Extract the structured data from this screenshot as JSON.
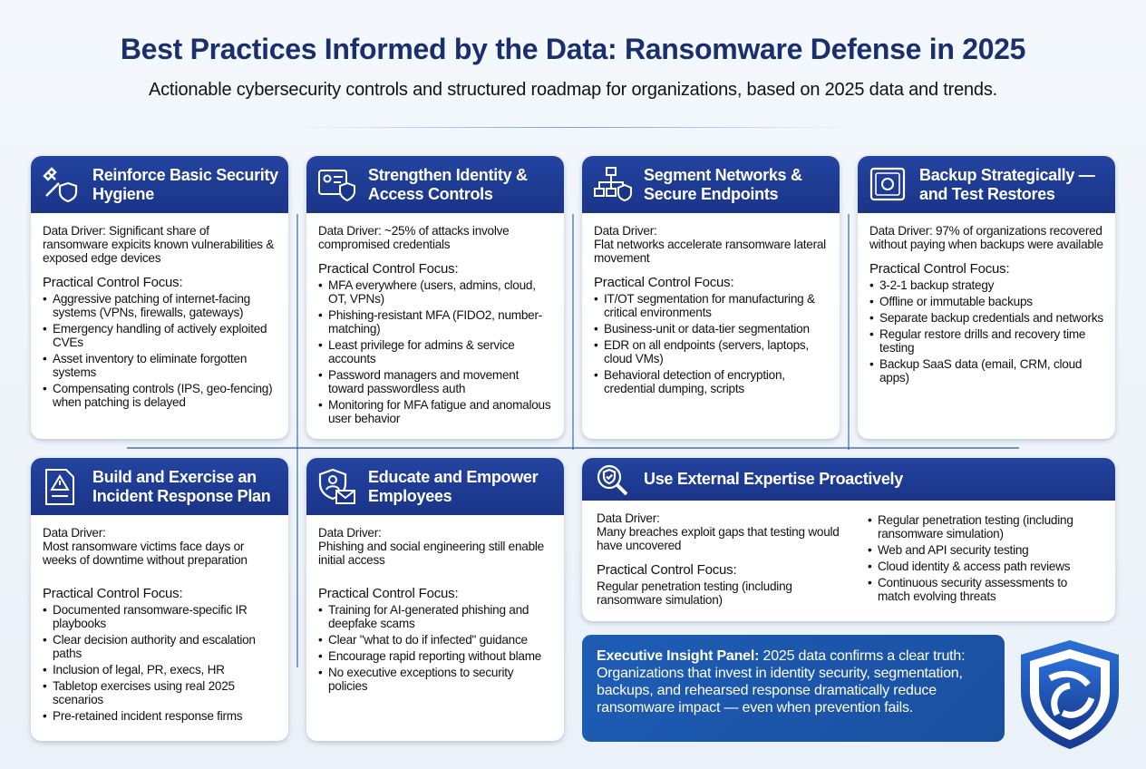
{
  "title": "Best Practices Informed by the Data: Ransomware Defense in 2025",
  "subtitle": "Actionable cybersecurity controls and structured roadmap for organizations, based on 2025 data and trends.",
  "labels": {
    "focus": "Practical Control Focus:"
  },
  "cards": [
    {
      "title": "Reinforce Basic Security Hygiene",
      "icon": "tools-shield-icon",
      "driver": "Data Driver: Significant share of ransomware expicits known vulnerabilities & exposed edge devices",
      "items": [
        "Aggressive patching of internet-facing systems (VPNs, firewalls, gateways)",
        "Emergency handling of actively exploited CVEs",
        "Asset inventory to eliminate forgotten systems",
        "Compensating controls (IPS, geo-fencing) when patching is delayed"
      ]
    },
    {
      "title": "Strengthen Identity & Access Controls",
      "icon": "id-card-shield-icon",
      "driver": "Data Driver: ~25% of attacks involve compromised credentials",
      "items": [
        "MFA everywhere (users, admins, cloud, OT, VPNs)",
        "Phishing-resistant MFA (FIDO2, number-matching)",
        "Least privilege for admins & service accounts",
        "Password managers and movement toward passwordless auth",
        "Monitoring for MFA fatigue and anomalous user behavior"
      ]
    },
    {
      "title": "Segment Networks & Secure Endpoints",
      "icon": "network-shield-icon",
      "driver": "Data Driver:\nFlat networks accelerate ransomware lateral movement",
      "items": [
        "IT/OT segmentation for manufacturing & critical environments",
        "Business-unit or data-tier segmentation",
        "EDR on all endpoints (servers, laptops, cloud VMs)",
        "Behavioral detection of encryption, credential dumping, scripts"
      ]
    },
    {
      "title": "Backup Strategically — and Test Restores",
      "icon": "safe-icon",
      "driver": "Data Driver: 97% of organizations recovered without paying when backups were available",
      "items": [
        "3-2-1 backup strategy",
        "Offline or immutable backups",
        "Separate backup credentials and networks",
        "Regular restore drills and recovery time testing",
        "Backup SaaS data (email, CRM, cloud apps)"
      ]
    },
    {
      "title": "Build and Exercise an Incident Response Plan",
      "icon": "alert-document-icon",
      "driver": "Data Driver:\nMost ransomware victims face days or weeks of downtime without preparation",
      "items": [
        "Documented ransomware-specific IR playbooks",
        "Clear decision authority and escalation paths",
        "Inclusion of legal, PR, execs, HR",
        "Tabletop exercises using real 2025 scenarios",
        "Pre-retained incident response firms"
      ]
    },
    {
      "title": "Educate and Empower Employees",
      "icon": "user-shield-mail-icon",
      "driver": "Data Driver:\nPhishing and social engineering still enable initial access",
      "items": [
        "Training for AI-generated phishing and deepfake scams",
        "Clear \"what to do if infected\" guidance",
        "Encourage rapid reporting without blame",
        "No executive exceptions to security policies"
      ]
    }
  ],
  "external": {
    "title": "Use External Expertise Proactively",
    "icon": "magnifier-shield-icon",
    "driver": "Data Driver:\nMany breaches exploit gaps that testing would have uncovered",
    "focus_text": "Regular penetration testing (including ransomware simulation)",
    "items": [
      "Regular penetration testing (including ransomware simulation)",
      "Web and API security testing",
      "Cloud identity & access path reviews",
      "Continuous security assessments to match evolving threats"
    ]
  },
  "exec": {
    "label": "Executive Insight Panel:",
    "text": " 2025 data confirms a clear truth: Organizations that invest in identity security, segmentation, backups, and rehearsed response dramatically reduce ransomware impact — even when prevention fails."
  },
  "logo": {
    "icon": "shield-logo-icon"
  },
  "colors": {
    "navy": "#1a2f6e",
    "header": "#1f3a8f",
    "panel": "#1d5cb2"
  }
}
